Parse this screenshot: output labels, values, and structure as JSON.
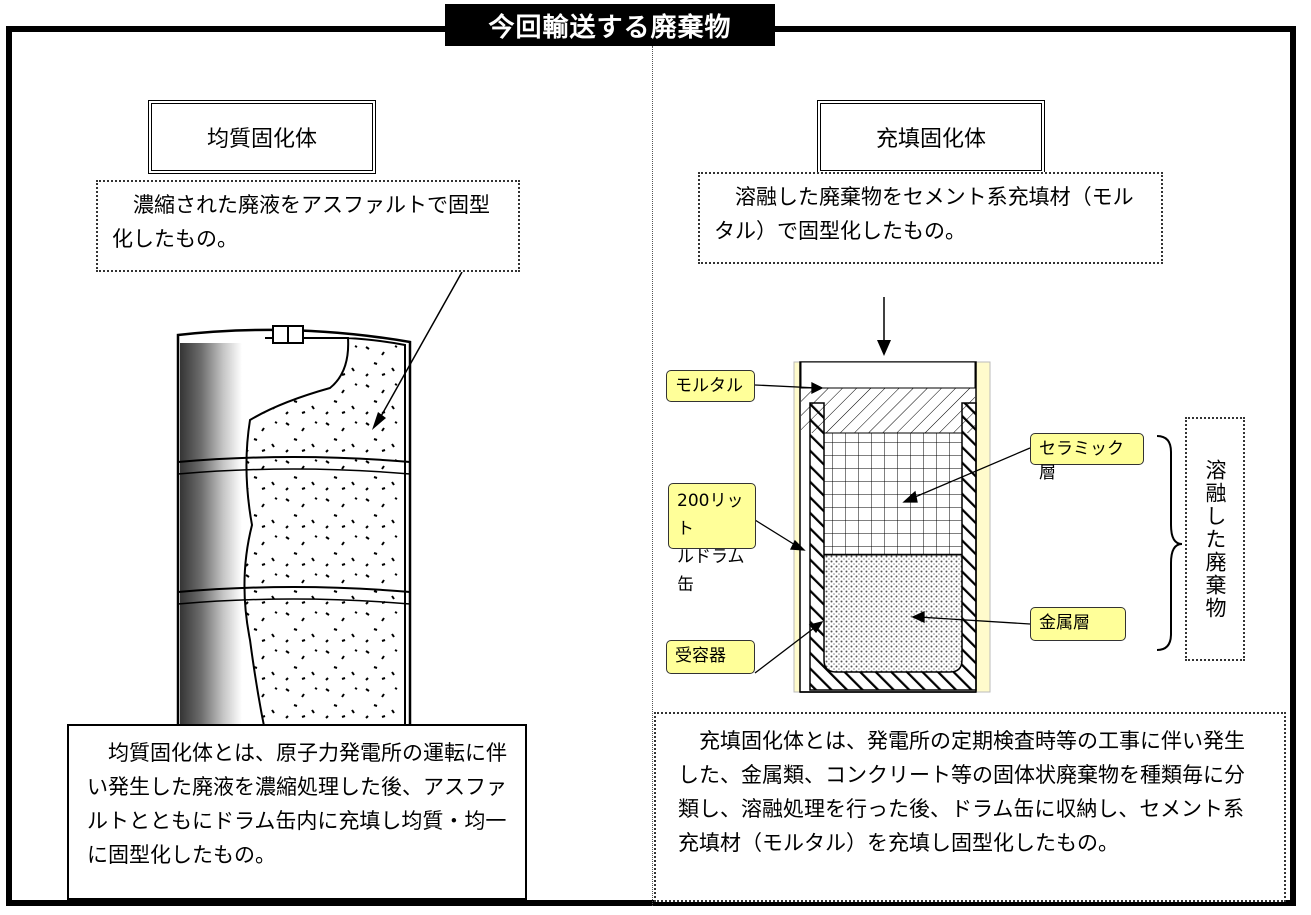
{
  "title": "今回輸送する廃棄物",
  "left": {
    "heading": "均質固化体",
    "caption": "　濃縮された廃液をアスファルトで固型化したもの。",
    "description": "　均質固化体とは、原子力発電所の運転に伴い発生した廃液を濃縮処理した後、アスファルトとともにドラム缶内に充填し均質・均一に固型化したもの。"
  },
  "right": {
    "heading": "充填固化体",
    "caption": "　溶融した廃棄物をセメント系充填材（モルタル）で固型化したもの。",
    "labels": {
      "mortar": "モルタル",
      "drum_line1": "200リット",
      "drum_line2": "ルドラム缶",
      "receiver": "受容器",
      "ceramic": "セラミック層",
      "metal": "金属層",
      "molten_waste": "溶融した廃棄物"
    },
    "description": "　充填固化体とは、発電所の定期検査時等の工事に伴い発生した、金属類、コンクリート等の固体状廃棄物を種類毎に分類し、溶融処理を行った後、ドラム缶に収納し、セメント系充填材（モルタル）を充填し固型化したもの。"
  },
  "colors": {
    "label_fill": "#ffff99",
    "drum_side": "#fffbcc"
  }
}
